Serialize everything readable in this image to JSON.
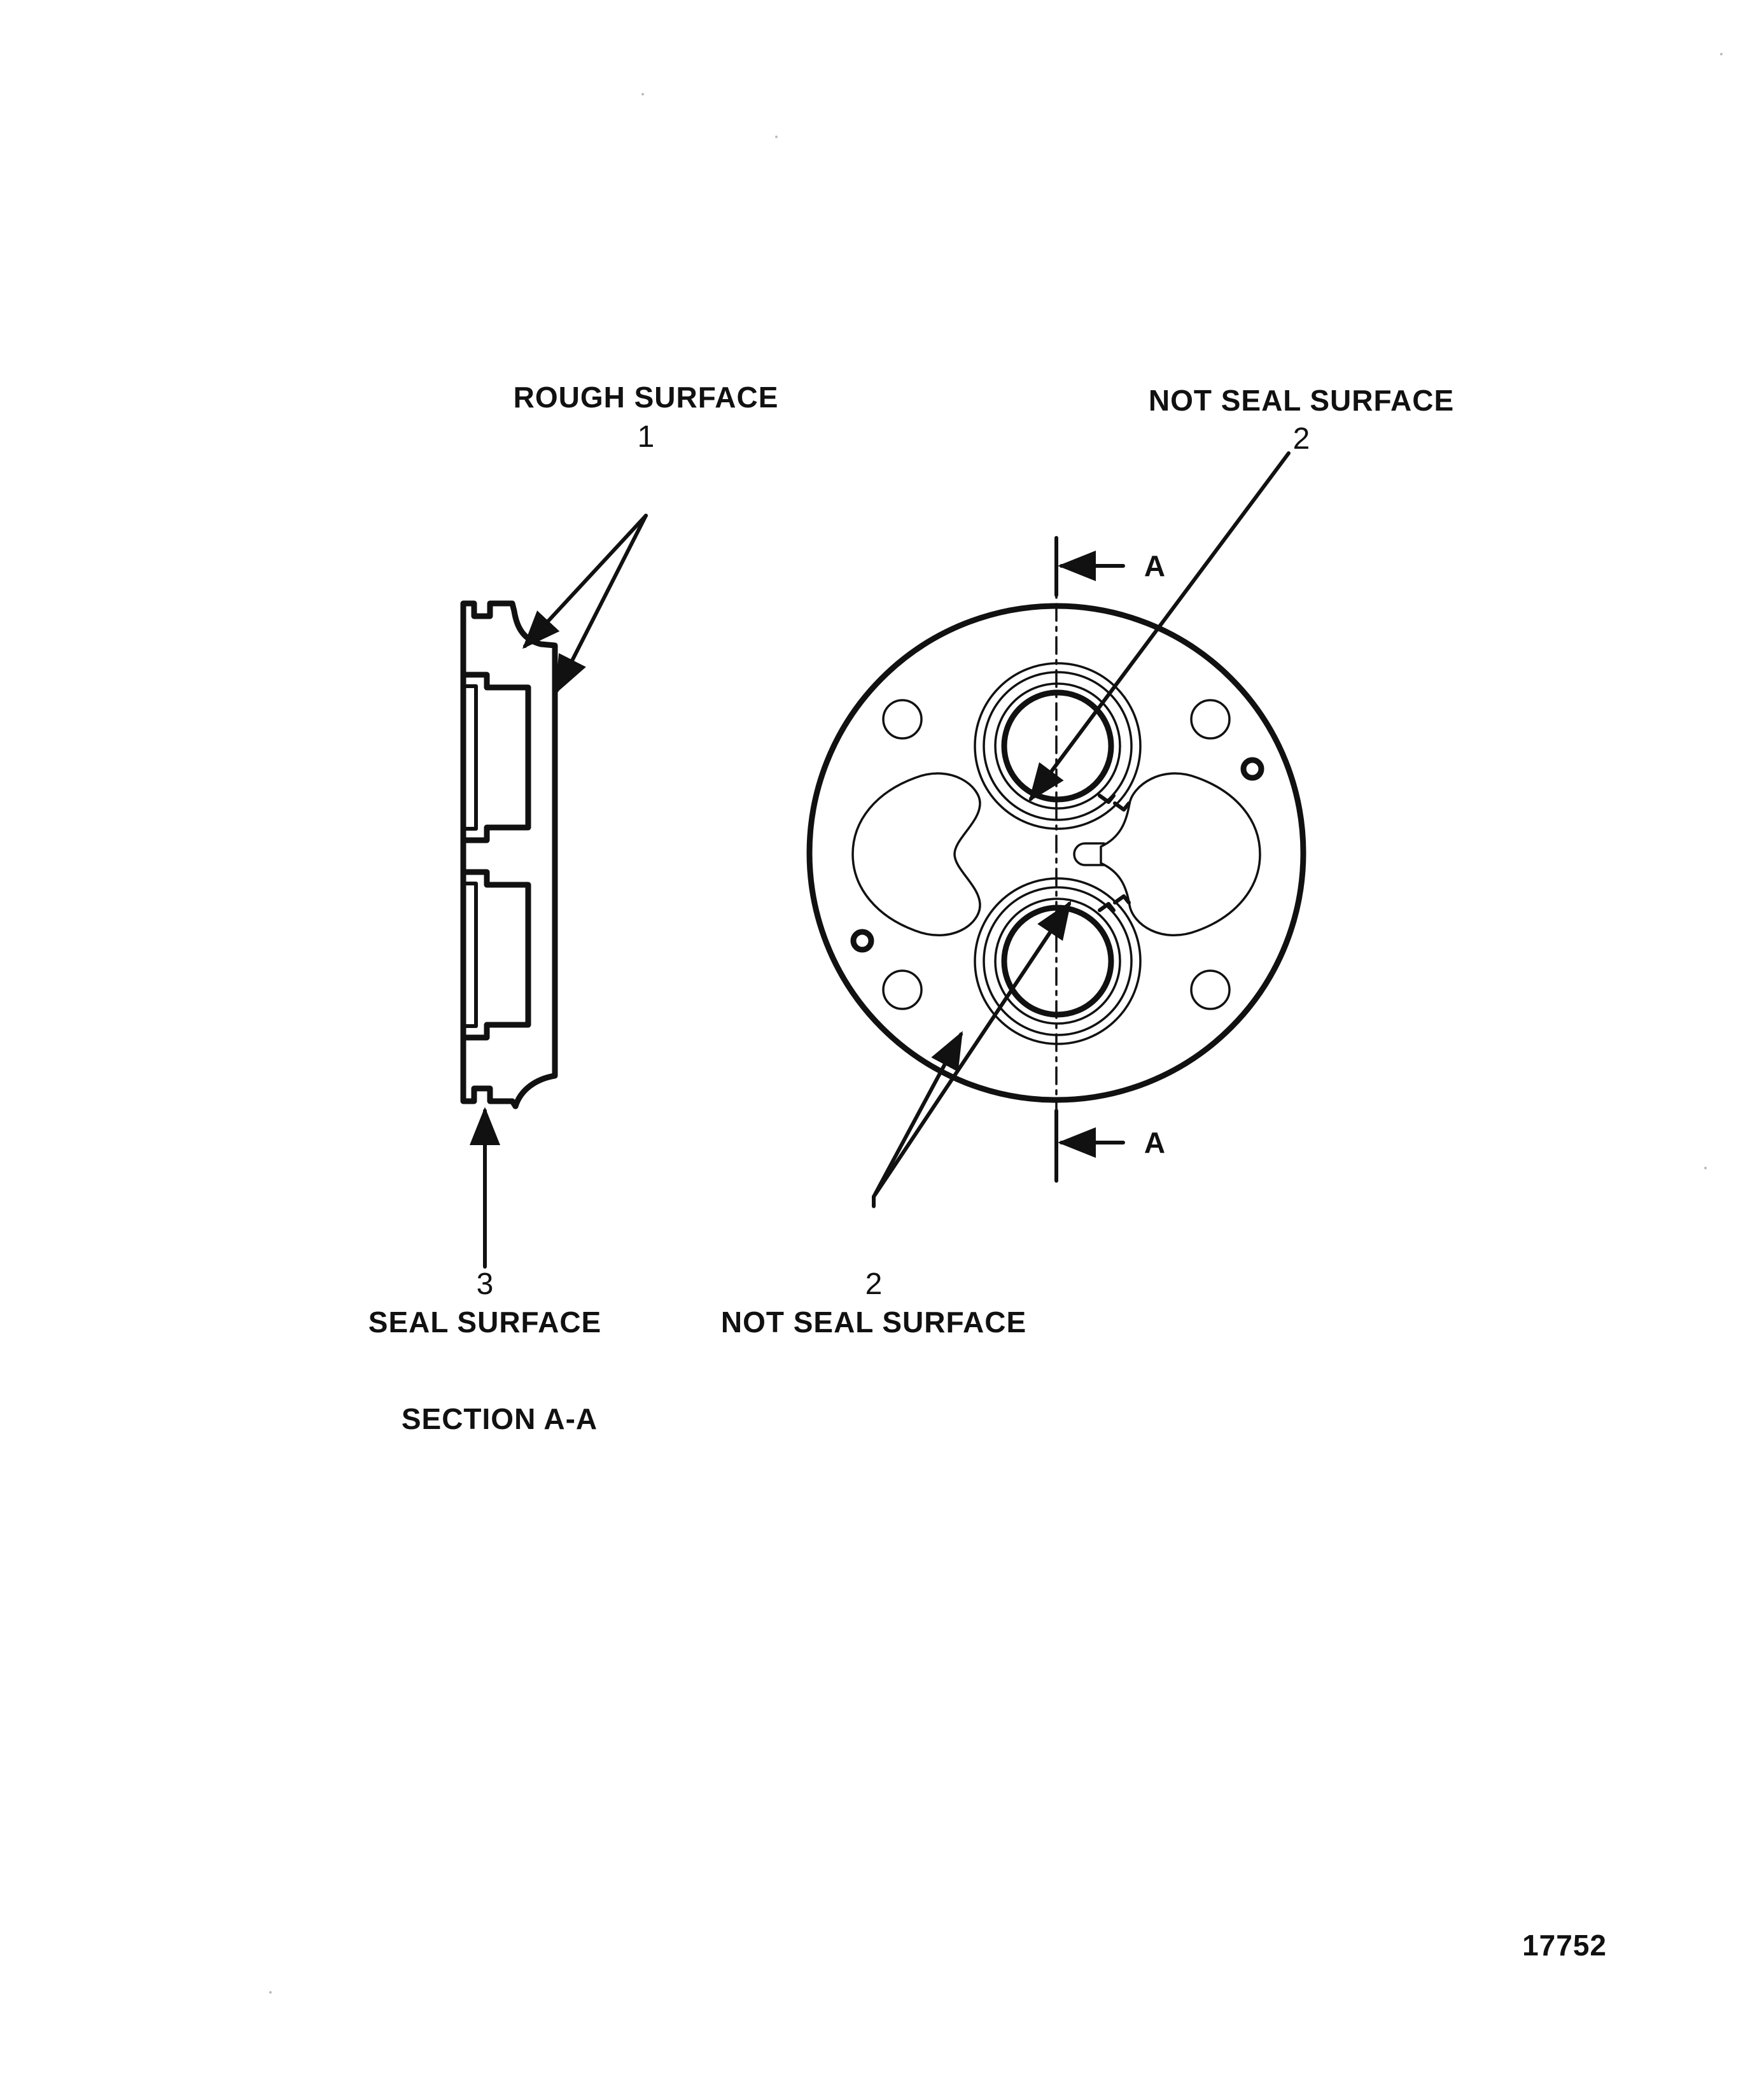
{
  "callouts": {
    "rough_surface": {
      "label": "ROUGH SURFACE",
      "number": "1"
    },
    "not_seal_surface_top": {
      "label": "NOT SEAL SURFACE",
      "number": "2"
    },
    "seal_surface": {
      "label": "SEAL SURFACE",
      "number": "3"
    },
    "not_seal_surface_bottom": {
      "label": "NOT SEAL SURFACE",
      "number": "2"
    }
  },
  "section_marks": {
    "top": "A",
    "bottom": "A"
  },
  "section_title": "SECTION A-A",
  "figure_number": "17752"
}
